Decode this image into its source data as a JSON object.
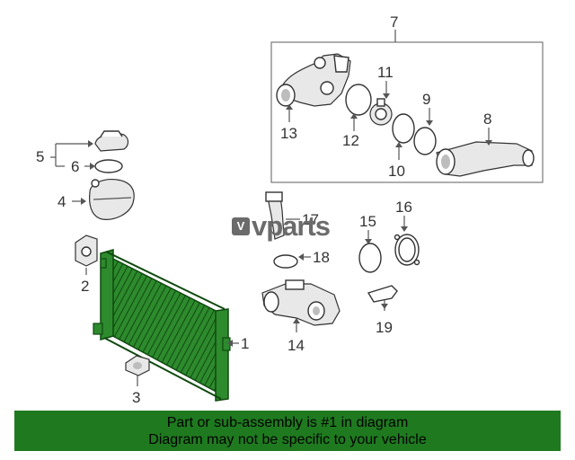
{
  "callouts": [
    "1",
    "2",
    "3",
    "4",
    "5",
    "6",
    "7",
    "8",
    "9",
    "10",
    "11",
    "12",
    "13",
    "14",
    "15",
    "16",
    "17",
    "18",
    "19"
  ],
  "watermark": {
    "mark": "V",
    "text": "vparts"
  },
  "footer": {
    "line1": "Part or sub-assembly is #1 in diagram",
    "line2": "Diagram may not be specific to your vehicle"
  },
  "colors": {
    "footer_bg": "#1f7a1f",
    "radiator": "#2d8a2d",
    "line": "#555555"
  }
}
